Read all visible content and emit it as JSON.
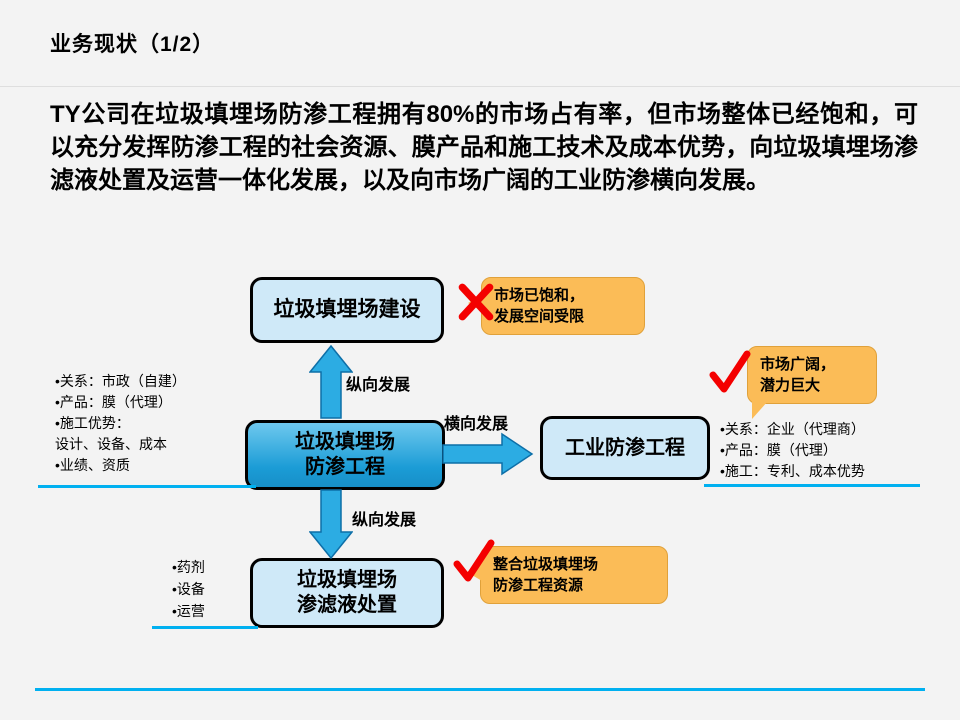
{
  "header": {
    "title": "业务现状（1/2）"
  },
  "intro": {
    "text": "TY公司在垃圾填埋场防渗工程拥有80%的市场占有率，但市场整体已经饱和，可以充分发挥防渗工程的社会资源、膜产品和施工技术及成本优势，向垃圾填埋场渗滤液处置及运营一体化发展，以及向市场广阔的工业防渗横向发展。"
  },
  "diagram": {
    "nodes": {
      "landfill_construction": "垃圾填埋场建设",
      "core_line1": "垃圾填埋场",
      "core_line2": "防渗工程",
      "industrial": "工业防渗工程",
      "leachate_line1": "垃圾填埋场",
      "leachate_line2": "渗滤液处置"
    },
    "arrow_labels": {
      "up": "纵向发展",
      "right": "横向发展",
      "down": "纵向发展"
    },
    "callouts": {
      "saturated": {
        "mark": "x",
        "line1": "市场已饱和，",
        "line2": "发展空间受限"
      },
      "broad": {
        "mark": "check",
        "line1": "市场广阔，",
        "line2": "潜力巨大"
      },
      "integrate": {
        "mark": "check",
        "line1": "整合垃圾填埋场",
        "line2": "防渗工程资源"
      }
    },
    "left_bullets": [
      "•关系：市政（自建）",
      "•产品：膜（代理）",
      "•施工优势：",
      "设计、设备、成本",
      "•业绩、资质"
    ],
    "right_bullets": [
      "•关系：企业（代理商）",
      "•产品：膜（代理）",
      "•施工：专利、成本优势"
    ],
    "leachate_bullets": [
      "•药剂",
      "•设备",
      "•运营"
    ]
  },
  "colors": {
    "accent_cyan": "#00B0F0",
    "box_light_blue": "#CFE9F8",
    "box_dark_blue": "#1B9CD6",
    "callout_orange": "#FBBC57",
    "mark_red": "#F40000",
    "arrow_blue": "#2CACE3"
  }
}
